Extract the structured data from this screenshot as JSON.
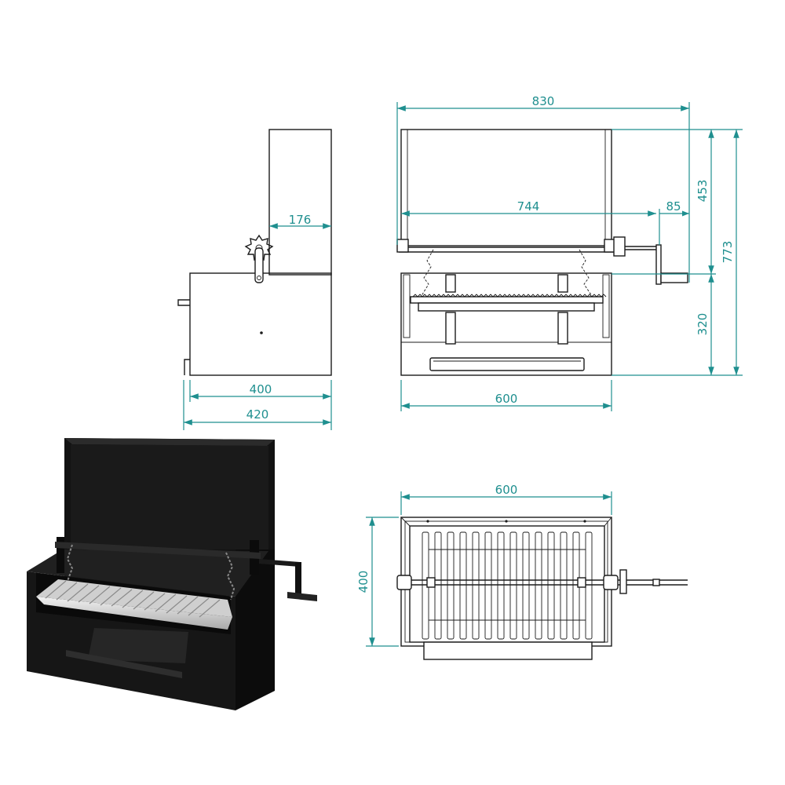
{
  "colors": {
    "dimension": "#1f8f8f",
    "outline": "#1b1b1b",
    "product_body": "#121212",
    "grill_steel": "#d9d9d9"
  },
  "side_view": {
    "depth_outer": "420",
    "depth_inner": "400",
    "hood_depth": "176"
  },
  "front_view": {
    "total_width": "830",
    "inner_width": "744",
    "crank_offset": "85",
    "body_width": "600",
    "hood_height": "453",
    "total_height": "773",
    "body_height": "320"
  },
  "top_view": {
    "width": "600",
    "depth": "400"
  },
  "product_photo": {
    "icon": "bbq-grill-3d-render"
  }
}
